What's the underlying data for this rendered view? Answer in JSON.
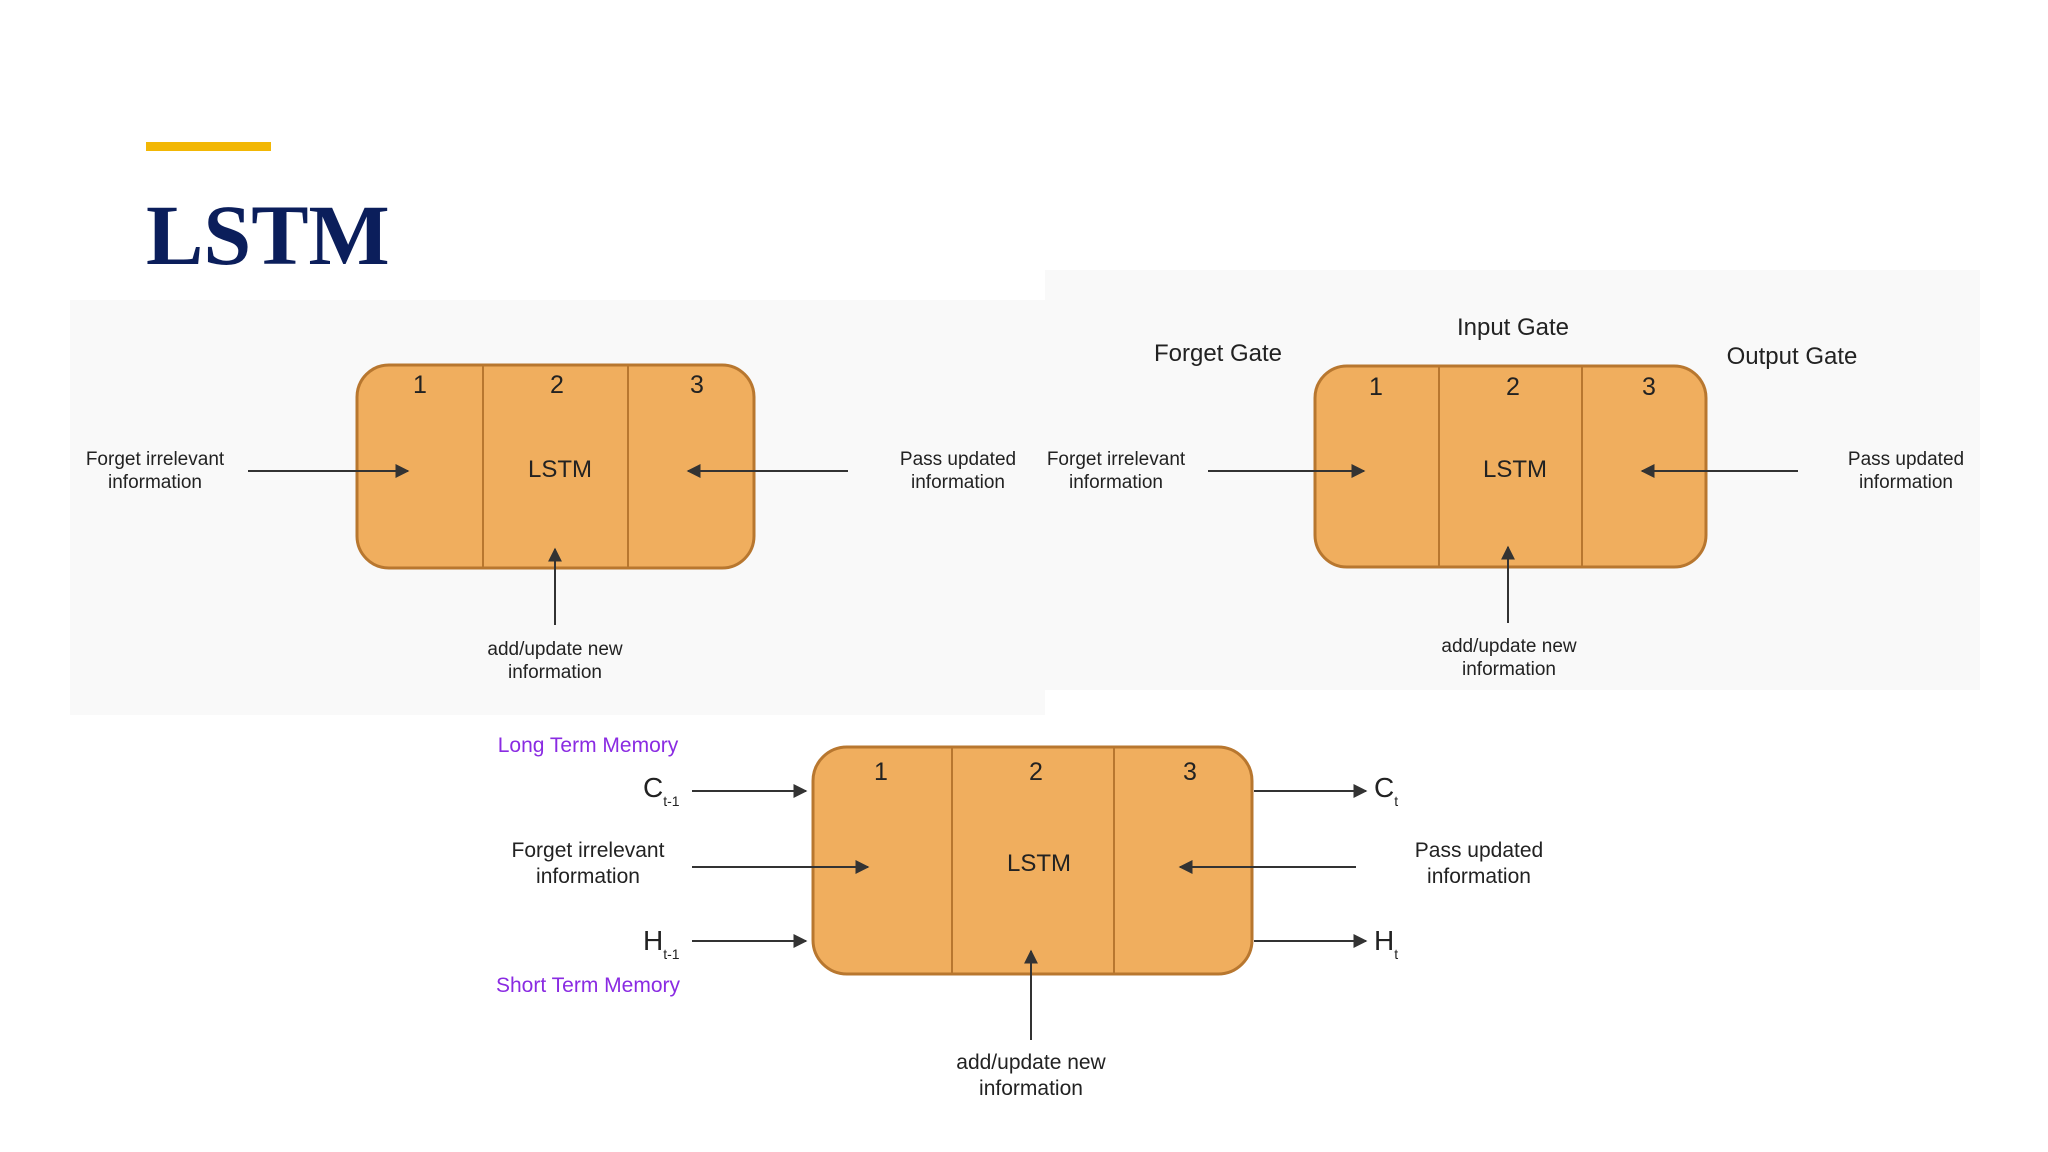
{
  "slide": {
    "title": "LSTM",
    "accent_color": "#F2B705",
    "title_color": "#0B1E5B"
  },
  "colors": {
    "box_fill": "#F0AE5E",
    "box_stroke": "#B8772F",
    "arrow": "#333333",
    "memory_label": "#8A2BE2"
  },
  "diagram_left": {
    "cells": [
      "1",
      "2",
      "3"
    ],
    "center_label": "LSTM",
    "left_text": [
      "Forget irrelevant",
      "information"
    ],
    "right_text": [
      "Pass updated",
      "information"
    ],
    "bottom_text": [
      "add/update new",
      "information"
    ]
  },
  "diagram_right": {
    "cells": [
      "1",
      "2",
      "3"
    ],
    "center_label": "LSTM",
    "gates": {
      "forget": "Forget Gate",
      "input": "Input Gate",
      "output": "Output Gate"
    },
    "left_text": [
      "Forget irrelevant",
      "information"
    ],
    "right_text": [
      "Pass updated",
      "information"
    ],
    "bottom_text": [
      "add/update new",
      "information"
    ]
  },
  "diagram_bottom": {
    "cells": [
      "1",
      "2",
      "3"
    ],
    "center_label": "LSTM",
    "long_term_label": "Long Term Memory",
    "short_term_label": "Short Term Memory",
    "c_prev": {
      "symbol": "C",
      "sub": "t-1"
    },
    "h_prev": {
      "symbol": "H",
      "sub": "t-1"
    },
    "c_next": {
      "symbol": "C",
      "sub": "t"
    },
    "h_next": {
      "symbol": "H",
      "sub": "t"
    },
    "left_text": [
      "Forget irrelevant",
      "information"
    ],
    "right_text": [
      "Pass updated",
      "information"
    ],
    "bottom_text": [
      "add/update new",
      "information"
    ]
  }
}
